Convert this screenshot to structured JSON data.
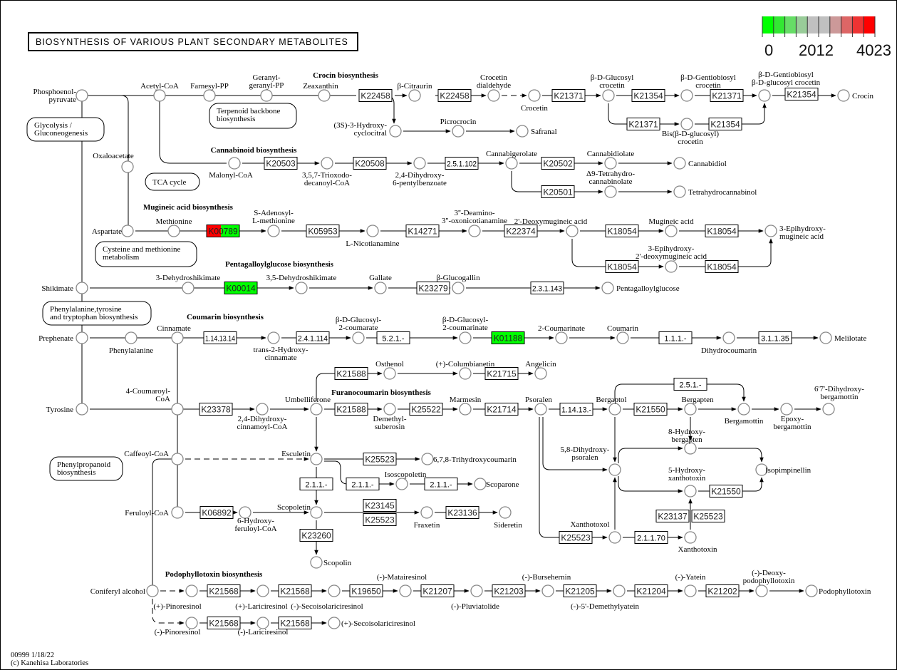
{
  "title": "BIOSYNTHESIS OF VARIOUS PLANT SECONDARY METABOLITES",
  "footer": {
    "map_id": "00999 1/18/22",
    "copyright": "(c) Kanehisa Laboratories"
  },
  "legend": {
    "min_label": "0",
    "mid_label": "2012",
    "max_label": "4023",
    "colors": [
      "#00ff00",
      "#33e733",
      "#66dd66",
      "#99cc99",
      "#c0c0c0",
      "#c0c0c0",
      "#cc9999",
      "#dd6666",
      "#ee3333",
      "#ff0000"
    ]
  },
  "colors": {
    "high": "#ff0000",
    "low": "#00ff00",
    "neutral": "#ffffff"
  },
  "sections": [
    {
      "id": "crocin",
      "label": "Crocin biosynthesis"
    },
    {
      "id": "cannabinoid",
      "label": "Cannabinoid biosynthesis"
    },
    {
      "id": "mugineic",
      "label": "Mugineic acid biosynthesis"
    },
    {
      "id": "pentagalloyl",
      "label": "Pentagalloylglucose biosynthesis"
    },
    {
      "id": "coumarin",
      "label": "Coumarin biosynthesis"
    },
    {
      "id": "furanocoumarin",
      "label": "Furanocoumarin biosynthesis"
    },
    {
      "id": "podophyllotoxin",
      "label": "Podophyllotoxin biosynthesis"
    }
  ],
  "pathway_links": [
    {
      "id": "glycolysis",
      "label": [
        "Glycolysis /",
        "Gluconeogenesis"
      ]
    },
    {
      "id": "terpenoid",
      "label": [
        "Terpenoid backbone",
        "biosynthesis"
      ]
    },
    {
      "id": "tca",
      "label": [
        "TCA cycle"
      ]
    },
    {
      "id": "cysmet",
      "label": [
        "Cysteine and methionine",
        "metabolism"
      ]
    },
    {
      "id": "phetyrtrp",
      "label": [
        "Phenylalanine,tyrosine",
        "and tryptophan biosynthesis"
      ]
    },
    {
      "id": "phenylpropanoid",
      "label": [
        "Phenylpropanoid",
        "biosynthesis"
      ]
    }
  ],
  "compounds": [
    {
      "id": "pep",
      "label": [
        "Phosphoenol-",
        "pyruvate"
      ]
    },
    {
      "id": "acetylcoa",
      "label": [
        "Acetyl-CoA"
      ]
    },
    {
      "id": "farnesylpp",
      "label": [
        "Farnesyl-PP"
      ]
    },
    {
      "id": "ggpp",
      "label": [
        "Geranyl-",
        "geranyl-PP"
      ]
    },
    {
      "id": "zeaxanthin",
      "label": [
        "Zeaxanthin"
      ]
    },
    {
      "id": "citraurin",
      "label": [
        "β-Citraurin"
      ]
    },
    {
      "id": "crocetindial",
      "label": [
        "Crocetin",
        "dialdehyde"
      ]
    },
    {
      "id": "crocetin",
      "label": [
        "Crocetin"
      ]
    },
    {
      "id": "glccrocetin",
      "label": [
        "β-D-Glucosyl",
        "crocetin"
      ]
    },
    {
      "id": "gentcrocetin",
      "label": [
        "β-D-Gentiobiosyl",
        "crocetin"
      ]
    },
    {
      "id": "gentglccrocetin",
      "label": [
        "β-D-Gentiobiosyl",
        "β-D-glucosyl crocetin"
      ]
    },
    {
      "id": "crocin",
      "label": [
        "Crocin"
      ]
    },
    {
      "id": "bisglccrocetin",
      "label": [
        "Bis(β-D-glucosyl)",
        "crocetin"
      ]
    },
    {
      "id": "hydroxycyclocitral",
      "label": [
        "(3S)-3-Hydroxy-",
        "cyclocitral"
      ]
    },
    {
      "id": "picrocrocin",
      "label": [
        "Picrocrocin"
      ]
    },
    {
      "id": "safranal",
      "label": [
        "Safranal"
      ]
    },
    {
      "id": "oxaloacetate",
      "label": [
        "Oxaloacetate"
      ]
    },
    {
      "id": "malonylcoa",
      "label": [
        "Malonyl-CoA"
      ]
    },
    {
      "id": "trioxodecanoyl",
      "label": [
        "3,5,7-Trioxodo-",
        "decanoyl-CoA"
      ]
    },
    {
      "id": "dihydroxypentyl",
      "label": [
        "2,4-Dihydroxy-",
        "6-pentylbenzoate"
      ]
    },
    {
      "id": "cannabigerolate",
      "label": [
        "Cannabigerolate"
      ]
    },
    {
      "id": "cannabidiolate",
      "label": [
        "Cannabidiolate"
      ]
    },
    {
      "id": "cannabidiol",
      "label": [
        "Cannabidiol"
      ]
    },
    {
      "id": "thcacid",
      "label": [
        "Δ9-Tetrahydro-",
        "cannabinolate"
      ]
    },
    {
      "id": "thc",
      "label": [
        "Tetrahydrocannabinol"
      ]
    },
    {
      "id": "aspartate",
      "label": [
        "Aspartate"
      ]
    },
    {
      "id": "methionine",
      "label": [
        "Methionine"
      ]
    },
    {
      "id": "sam",
      "label": [
        "S-Adenosyl-",
        "L-methionine"
      ]
    },
    {
      "id": "nicotianamine",
      "label": [
        "L-Nicotianamine"
      ]
    },
    {
      "id": "deamino",
      "label": [
        "3''-Deamino-",
        "3''-oxonicotianamine"
      ]
    },
    {
      "id": "deoxymugineic",
      "label": [
        "2'-Deoxymugineic acid"
      ]
    },
    {
      "id": "mugineic",
      "label": [
        "Mugineic acid"
      ]
    },
    {
      "id": "epihydroxymugineic",
      "label": [
        "3-Epihydroxy-",
        "mugineic acid"
      ]
    },
    {
      "id": "epihydroxydeoxy",
      "label": [
        "3-Epihydroxy-",
        "2'-deoxymugineic acid"
      ]
    },
    {
      "id": "shikimate",
      "label": [
        "Shikimate"
      ]
    },
    {
      "id": "dehydroshikimate",
      "label": [
        "3-Dehydroshikimate"
      ]
    },
    {
      "id": "dehydroshikimate35",
      "label": [
        "3,5-Dehydroshikimate"
      ]
    },
    {
      "id": "gallate",
      "label": [
        "Gallate"
      ]
    },
    {
      "id": "glucogallin",
      "label": [
        "β-Glucogallin"
      ]
    },
    {
      "id": "pentagalloylglucose",
      "label": [
        "Pentagalloylglucose"
      ]
    },
    {
      "id": "prephenate",
      "label": [
        "Prephenate"
      ]
    },
    {
      "id": "phenylalanine",
      "label": [
        "Phenylalanine"
      ]
    },
    {
      "id": "cinnamate",
      "label": [
        "Cinnamate"
      ]
    },
    {
      "id": "hydroxycinnamate",
      "label": [
        "trans-2-Hydroxy-",
        "cinnamate"
      ]
    },
    {
      "id": "glccoumarate",
      "label": [
        "β-D-Glucosyl-",
        "2-coumarate"
      ]
    },
    {
      "id": "glccoumarinate",
      "label": [
        "β-D-Glucosyl-",
        "2-coumarinate"
      ]
    },
    {
      "id": "coumarinate",
      "label": [
        "2-Coumarinate"
      ]
    },
    {
      "id": "coumarin",
      "label": [
        "Coumarin"
      ]
    },
    {
      "id": "dihydrocoumarin",
      "label": [
        "Dihydrocoumarin"
      ]
    },
    {
      "id": "melilotate",
      "label": [
        "Melilotate"
      ]
    },
    {
      "id": "tyrosine",
      "label": [
        "Tyrosine"
      ]
    },
    {
      "id": "coumaroylcoa",
      "label": [
        "4-Coumaroyl-",
        "CoA"
      ]
    },
    {
      "id": "dihydroxycinnamoyl",
      "label": [
        "2,4-Dihydroxy-",
        "cinnamoyl-CoA"
      ]
    },
    {
      "id": "umbelliferone",
      "label": [
        "Umbelliferone"
      ]
    },
    {
      "id": "osthenol",
      "label": [
        "Osthenol"
      ]
    },
    {
      "id": "columbianetin",
      "label": [
        "(+)-Columbianetin"
      ]
    },
    {
      "id": "angelicin",
      "label": [
        "Angelicin"
      ]
    },
    {
      "id": "demethylsuberosin",
      "label": [
        "Demethyl-",
        "suberosin"
      ]
    },
    {
      "id": "marmesin",
      "label": [
        "Marmesin"
      ]
    },
    {
      "id": "psoralen",
      "label": [
        "Psoralen"
      ]
    },
    {
      "id": "bergaptol",
      "label": [
        "Bergaptol"
      ]
    },
    {
      "id": "bergapten",
      "label": [
        "Bergapten"
      ]
    },
    {
      "id": "bergamottin",
      "label": [
        "Bergamottin"
      ]
    },
    {
      "id": "epoxybergamottin",
      "label": [
        "Epoxy-",
        "bergamottin"
      ]
    },
    {
      "id": "dihydroxybergamottin",
      "label": [
        "6'7'-Dihydroxy-",
        "bergamottin"
      ]
    },
    {
      "id": "hydroxybergapten",
      "label": [
        "8-Hydroxy-",
        "bergapten"
      ]
    },
    {
      "id": "dihydroxypsoralen",
      "label": [
        "5,8-Dihydroxy-",
        "psoralen"
      ]
    },
    {
      "id": "isopimpinellin",
      "label": [
        "Isopimpinellin"
      ]
    },
    {
      "id": "hydroxyxanthotoxin",
      "label": [
        "5-Hydroxy-",
        "xanthotoxin"
      ]
    },
    {
      "id": "xanthotoxol",
      "label": [
        "Xanthotoxol"
      ]
    },
    {
      "id": "xanthotoxin",
      "label": [
        "Xanthotoxin"
      ]
    },
    {
      "id": "caffeoylcoa",
      "label": [
        "Caffeoyl-CoA"
      ]
    },
    {
      "id": "esculetin",
      "label": [
        "Esculetin"
      ]
    },
    {
      "id": "trihydroxycoumarin",
      "label": [
        "6,7,8-Trihydroxycoumarin"
      ]
    },
    {
      "id": "isoscopoletin",
      "label": [
        "Isoscopoletin"
      ]
    },
    {
      "id": "scoparone",
      "label": [
        "Scoparone"
      ]
    },
    {
      "id": "feruloylcoa",
      "label": [
        "Feruloyl-CoA"
      ]
    },
    {
      "id": "hydroxyferuloyl",
      "label": [
        "6-Hydroxy-",
        "feruloyl-CoA"
      ]
    },
    {
      "id": "scopoletin",
      "label": [
        "Scopoletin"
      ]
    },
    {
      "id": "fraxetin",
      "label": [
        "Fraxetin"
      ]
    },
    {
      "id": "sideretin",
      "label": [
        "Sideretin"
      ]
    },
    {
      "id": "scopolin",
      "label": [
        "Scopolin"
      ]
    },
    {
      "id": "coniferylalcohol",
      "label": [
        "Coniferyl alcohol"
      ]
    },
    {
      "id": "ppinoresinol",
      "label": [
        "(+)-Pinoresinol"
      ]
    },
    {
      "id": "plariciresinol",
      "label": [
        "(+)-Lariciresinol"
      ]
    },
    {
      "id": "msecoisolariciresinol",
      "label": [
        "(-)-Secoisolariciresinol"
      ]
    },
    {
      "id": "matairesinol",
      "label": [
        "(-)-Matairesinol"
      ]
    },
    {
      "id": "pluviatolide",
      "label": [
        "(-)-Pluviatolide"
      ]
    },
    {
      "id": "bursehernin",
      "label": [
        "(-)-Bursehernin"
      ]
    },
    {
      "id": "demethylyatein",
      "label": [
        "(-)-5'-Demethylyatein"
      ]
    },
    {
      "id": "yatein",
      "label": [
        "(-)-Yatein"
      ]
    },
    {
      "id": "deoxypodophyllotoxin",
      "label": [
        "(-)-Deoxy-",
        "podophyllotoxin"
      ]
    },
    {
      "id": "podophyllotoxin",
      "label": [
        "Podophyllotoxin"
      ]
    },
    {
      "id": "mpinoresinol",
      "label": [
        "(-)-Pinoresinol"
      ]
    },
    {
      "id": "mlariciresinol",
      "label": [
        "(-)-Lariciresinol"
      ]
    },
    {
      "id": "psecoisolariciresinol",
      "label": [
        "(+)-Secoisolariciresinol"
      ]
    }
  ],
  "enzymes": [
    {
      "id": "e1",
      "label": "K22458",
      "fill": "#ffffff"
    },
    {
      "id": "e2",
      "label": "K22458",
      "fill": "#ffffff"
    },
    {
      "id": "e3",
      "label": "K21371",
      "fill": "#ffffff"
    },
    {
      "id": "e4",
      "label": "K21354",
      "fill": "#ffffff"
    },
    {
      "id": "e5",
      "label": "K21371",
      "fill": "#ffffff"
    },
    {
      "id": "e6",
      "label": "K21354",
      "fill": "#ffffff"
    },
    {
      "id": "e7",
      "label": "K21371",
      "fill": "#ffffff"
    },
    {
      "id": "e8",
      "label": "K21354",
      "fill": "#ffffff"
    },
    {
      "id": "e9",
      "label": "K20503",
      "fill": "#ffffff"
    },
    {
      "id": "e10",
      "label": "K20508",
      "fill": "#ffffff"
    },
    {
      "id": "e11",
      "label": "2.5.1.102",
      "fill": "#ffffff"
    },
    {
      "id": "e12",
      "label": "K20502",
      "fill": "#ffffff"
    },
    {
      "id": "e13",
      "label": "K20501",
      "fill": "#ffffff"
    },
    {
      "id": "e14",
      "label": "K00789",
      "fill": "split-red-green"
    },
    {
      "id": "e15",
      "label": "K05953",
      "fill": "#ffffff"
    },
    {
      "id": "e16",
      "label": "K14271",
      "fill": "#ffffff"
    },
    {
      "id": "e17",
      "label": "K22374",
      "fill": "#ffffff"
    },
    {
      "id": "e18",
      "label": "K18054",
      "fill": "#ffffff"
    },
    {
      "id": "e19",
      "label": "K18054",
      "fill": "#ffffff"
    },
    {
      "id": "e20",
      "label": "K18054",
      "fill": "#ffffff"
    },
    {
      "id": "e21",
      "label": "K18054",
      "fill": "#ffffff"
    },
    {
      "id": "e22",
      "label": "K00014",
      "fill": "#00ff00"
    },
    {
      "id": "e23",
      "label": "K23279",
      "fill": "#ffffff"
    },
    {
      "id": "e24",
      "label": "2.3.1.143",
      "fill": "#ffffff"
    },
    {
      "id": "e25",
      "label": "1.14.13.14",
      "fill": "#ffffff"
    },
    {
      "id": "e26",
      "label": "2.4.1.114",
      "fill": "#ffffff"
    },
    {
      "id": "e27",
      "label": "5.2.1.-",
      "fill": "#ffffff"
    },
    {
      "id": "e28",
      "label": "K01188",
      "fill": "#00ff00"
    },
    {
      "id": "e29",
      "label": "1.1.1.-",
      "fill": "#ffffff"
    },
    {
      "id": "e30",
      "label": "3.1.1.35",
      "fill": "#ffffff"
    },
    {
      "id": "e31",
      "label": "K23378",
      "fill": "#ffffff"
    },
    {
      "id": "e32",
      "label": "K21588",
      "fill": "#ffffff"
    },
    {
      "id": "e33",
      "label": "K21715",
      "fill": "#ffffff"
    },
    {
      "id": "e34",
      "label": "K21588",
      "fill": "#ffffff"
    },
    {
      "id": "e35",
      "label": "K25522",
      "fill": "#ffffff"
    },
    {
      "id": "e36",
      "label": "K21714",
      "fill": "#ffffff"
    },
    {
      "id": "e37",
      "label": "1.14.13.-",
      "fill": "#ffffff"
    },
    {
      "id": "e38",
      "label": "2.5.1.-",
      "fill": "#ffffff"
    },
    {
      "id": "e39",
      "label": "K21550",
      "fill": "#ffffff"
    },
    {
      "id": "e40",
      "label": "K21550",
      "fill": "#ffffff"
    },
    {
      "id": "e41",
      "label": "K23137",
      "fill": "#ffffff"
    },
    {
      "id": "e42",
      "label": "K25523",
      "fill": "#ffffff"
    },
    {
      "id": "e43",
      "label": "K25523",
      "fill": "#ffffff"
    },
    {
      "id": "e44",
      "label": "2.1.1.70",
      "fill": "#ffffff"
    },
    {
      "id": "e45",
      "label": "K25523",
      "fill": "#ffffff"
    },
    {
      "id": "e46",
      "label": "2.1.1.-",
      "fill": "#ffffff"
    },
    {
      "id": "e47",
      "label": "2.1.1.-",
      "fill": "#ffffff"
    },
    {
      "id": "e48",
      "label": "2.1.1.-",
      "fill": "#ffffff"
    },
    {
      "id": "e49",
      "label": "K06892",
      "fill": "#ffffff"
    },
    {
      "id": "e50",
      "label": "K23145",
      "fill": "#ffffff"
    },
    {
      "id": "e51",
      "label": "K25523",
      "fill": "#ffffff"
    },
    {
      "id": "e52",
      "label": "K23136",
      "fill": "#ffffff"
    },
    {
      "id": "e53",
      "label": "K23260",
      "fill": "#ffffff"
    },
    {
      "id": "e54",
      "label": "K21568",
      "fill": "#ffffff"
    },
    {
      "id": "e55",
      "label": "K21568",
      "fill": "#ffffff"
    },
    {
      "id": "e56",
      "label": "K19650",
      "fill": "#ffffff"
    },
    {
      "id": "e57",
      "label": "K21207",
      "fill": "#ffffff"
    },
    {
      "id": "e58",
      "label": "K21203",
      "fill": "#ffffff"
    },
    {
      "id": "e59",
      "label": "K21205",
      "fill": "#ffffff"
    },
    {
      "id": "e60",
      "label": "K21204",
      "fill": "#ffffff"
    },
    {
      "id": "e61",
      "label": "K21202",
      "fill": "#ffffff"
    },
    {
      "id": "e62",
      "label": "K21568",
      "fill": "#ffffff"
    },
    {
      "id": "e63",
      "label": "K21568",
      "fill": "#ffffff"
    }
  ]
}
